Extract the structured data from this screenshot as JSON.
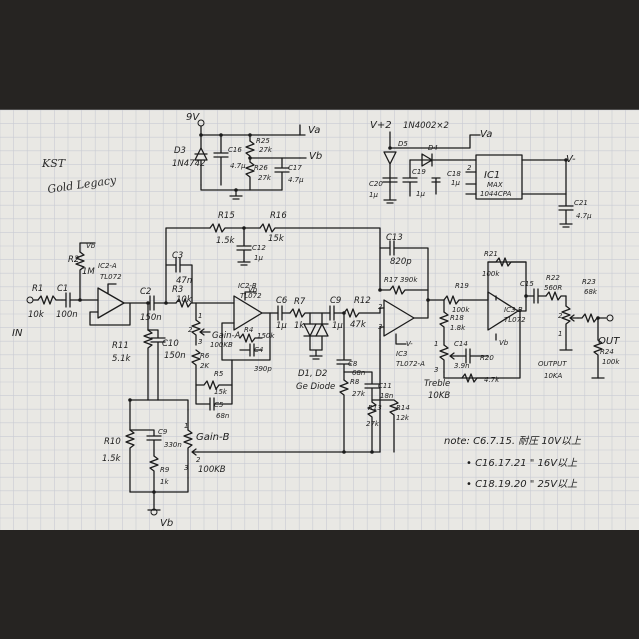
{
  "title": {
    "line1": "KST",
    "line2": "Gold Legacy"
  },
  "io": {
    "input": "IN",
    "output": "OUT"
  },
  "power": {
    "supply_9v": "9V",
    "va": "Va",
    "vb": "Vb",
    "vplus2": "V+2",
    "vminus": "V-",
    "vb_bottom": "Vb",
    "vb_top": "Vb",
    "va_ic": "Va"
  },
  "parts": {
    "D3": "D3",
    "D3v": "1N4742",
    "C16": "C16",
    "C16v": "4.7μ",
    "R25": "R25",
    "R25v": "27k",
    "R26": "R26",
    "R26v": "27k",
    "C17": "C17",
    "C17v": "4.7μ",
    "D5": "D5",
    "D4": "D4",
    "D45v": "1N4002×2",
    "C20": "C20",
    "C20v": "1μ",
    "C19": "C19",
    "C19v": "1μ",
    "C18": "C18",
    "C18v": "1μ",
    "IC1": "IC1",
    "IC1a": "MAX",
    "IC1b": "1044CPA",
    "C21": "C21",
    "C21v": "4.7μ",
    "R15": "R15",
    "R15v": "1.5k",
    "R16": "R16",
    "R16v": "15k",
    "C12": "C12",
    "C12v": "1μ",
    "C3": "C3",
    "C3v": "47n",
    "R2": "R2",
    "R2v": "1M",
    "IC2A": "IC2-A",
    "IC2Av": "TL072",
    "R1": "R1",
    "R1v": "10k",
    "C1": "C1",
    "C1v": "100n",
    "C2": "C2",
    "C2v": "150n",
    "R3": "R3",
    "R3v": "10k",
    "IC2B": "IC2-B",
    "IC2Bv": "TL072",
    "R4": "R4",
    "R4v": "150k",
    "C4": "C4",
    "C4v": "390p",
    "GainA": "Gain-A",
    "GainAv": "100KB",
    "R6": "R6",
    "R6v": "2K",
    "R5": "R5",
    "R5v": "15k",
    "C5": "C5",
    "C5v": "68n",
    "R11": "R11",
    "R11v": "5.1k",
    "C10": "C10",
    "C10v": "150n",
    "C6": "C6",
    "C6v": "1μ",
    "R7": "R7",
    "R7v": "1k",
    "C9": "C9",
    "C9v": "1μ",
    "R12": "R12",
    "R12v": "47k",
    "D12": "D1, D2",
    "D12v": "Ge Diode",
    "C8": "C8",
    "C8v": "68n",
    "R8": "R8",
    "R8v": "27k",
    "C11": "C11",
    "C11v": "18n",
    "R13": "R13",
    "R13v": "27k",
    "R14": "R14",
    "R14v": "12k",
    "CB": "C13",
    "CBv": "820p",
    "R17": "R17",
    "R17v": "390k",
    "IC3A": "IC3",
    "IC3Av": "TL072-A",
    "R19": "R19",
    "R19v": "100k",
    "R18": "R18",
    "R18v": "1.8k",
    "C14": "C14",
    "C14v": "3.9n",
    "R20": "R20",
    "R20v": "4.7k",
    "Treble": "Treble",
    "Treblev": "10KB",
    "R21": "R21",
    "R21v": "100k",
    "IC3B": "IC3-B",
    "IC3Bv": "TL072",
    "C15": "C15",
    "C15v": "",
    "R22": "R22",
    "R22v": "560R",
    "R23": "R23",
    "R23v": "68k",
    "Output": "OUTPUT",
    "Outputv": "10KA",
    "R24": "R24",
    "R24v": "100k",
    "R10": "R10",
    "R10v": "1.5k",
    "C9b": "C9",
    "C9bv": "330n",
    "R9": "R9",
    "R9v": "1k",
    "GainB": "Gain-B",
    "GainBv": "100KB",
    "pin1": "1",
    "pin2": "2",
    "pin3": "3"
  },
  "notes": [
    "note: C6.7.15. 耐圧 10V以上",
    "• C16.17.21 \" 16V以上",
    "• C18.19.20 \" 25V以上"
  ]
}
